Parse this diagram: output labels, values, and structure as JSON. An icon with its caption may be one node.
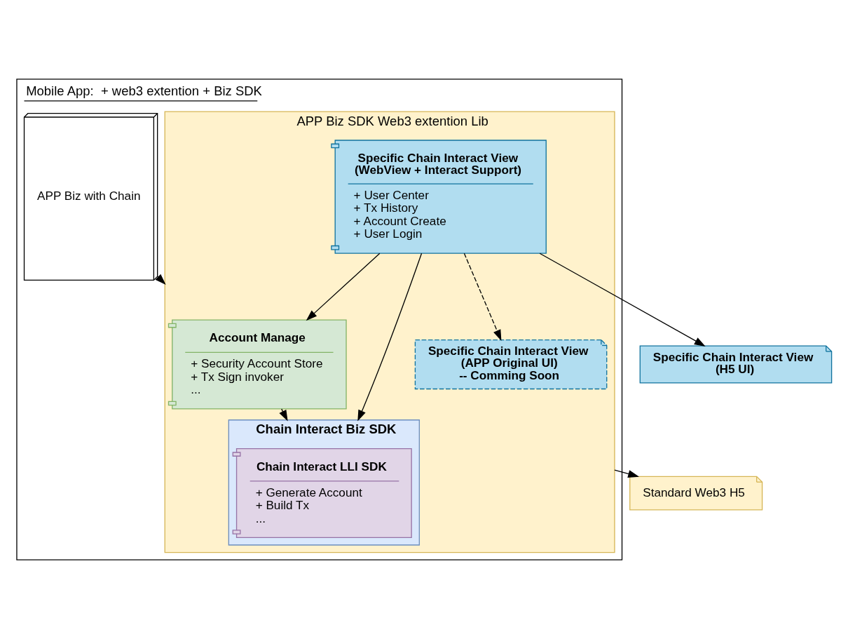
{
  "diagram": {
    "nodes": [
      {
        "text": [
          "Mobile App:  + web3 extention + Biz SDK"
        ]
      },
      {
        "text": [
          "APP Biz with Chain"
        ],
        "in": 0
      },
      {
        "text": [
          "APP Biz SDK Web3 extention Lib"
        ],
        "in": 0
      },
      {
        "text": [
          "Account Manage",
          "+ Security Account Store",
          "+ Tx Sign invoker",
          "..."
        ],
        "in": 2
      },
      {
        "text": [
          "Specific Chain Interact View",
          "(WebView + Interact Support)",
          "+ User Center",
          "+ Tx History",
          "+ Account Create",
          "+ User Login"
        ],
        "in": 2
      },
      {
        "text": [
          "Chain Interact Biz SDK"
        ],
        "in": 2
      },
      {
        "text": [
          "Chain Interact LLI SDK",
          "+ Generate Account",
          "+ Build Tx",
          "..."
        ],
        "in": 5
      },
      {
        "text": [
          "Specific Chain Interact View",
          "(APP Original UI)",
          "-- Comming Soon"
        ],
        "in": 2
      },
      {
        "text": [
          "Specific Chain Interact View",
          "(H5 UI)"
        ]
      },
      {
        "text": [
          "Standard Web3 H5"
        ]
      }
    ],
    "edges": [
      {
        "from": 1,
        "to": 2,
        "arrow": "to"
      },
      {
        "from": 4,
        "to": 3,
        "arrow": "to"
      },
      {
        "from": 3,
        "to": 5,
        "arrow": "to"
      },
      {
        "from": 4,
        "to": 5,
        "arrow": "to"
      },
      {
        "from": 4,
        "to": 7,
        "arrow": "to",
        "style": "dashed"
      },
      {
        "from": 4,
        "to": 8,
        "arrow": "to"
      },
      {
        "from": 2,
        "to": 9,
        "arrow": "to"
      }
    ]
  }
}
